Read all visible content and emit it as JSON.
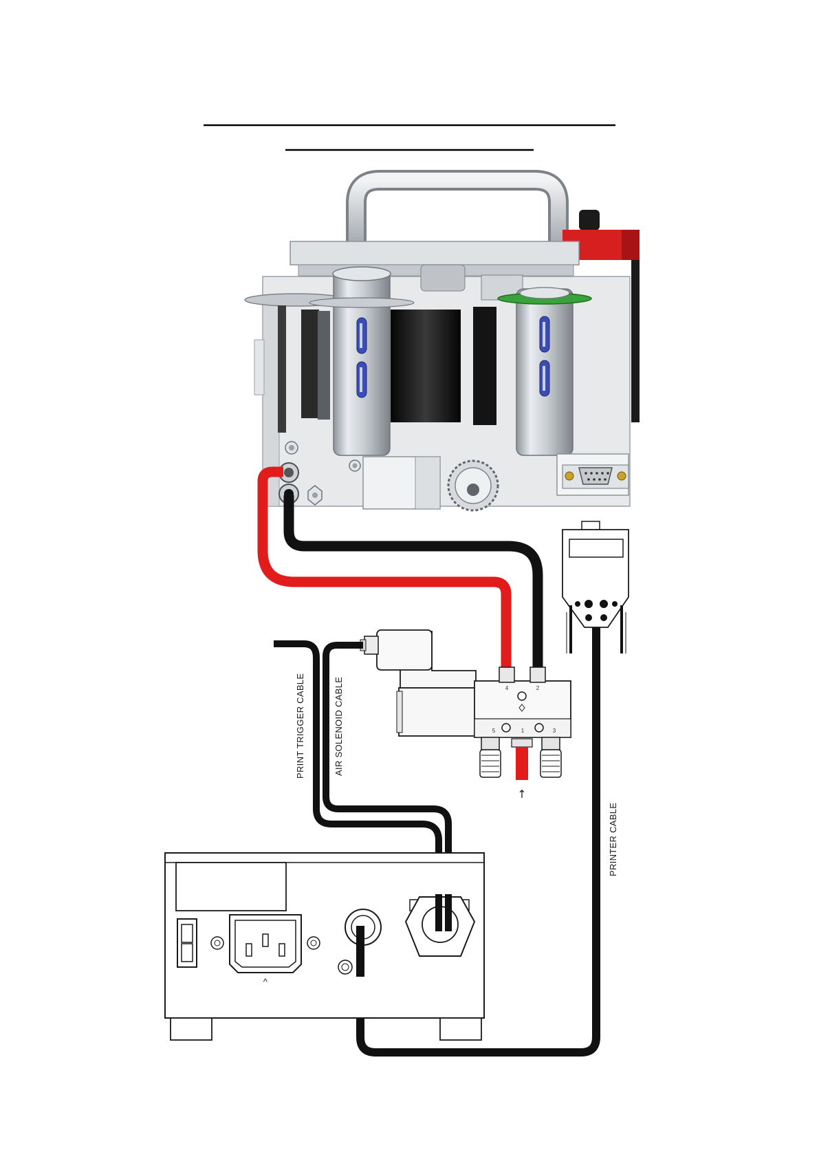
{
  "title_lines": [
    "",
    ""
  ],
  "labels": {
    "print_trigger_cable": "PRINT TRIGGER CABLE",
    "air_solenoid_cable": "AIR SOLENOID CABLE",
    "printer_cable": "PRINTER CABLE"
  },
  "valve_ports": {
    "p4": "4",
    "p2": "2",
    "p5": "5",
    "p1": "1",
    "p3": "3"
  },
  "controller": {
    "inlet_mark": "^"
  },
  "colors": {
    "air_line": "#e21b1b",
    "cable": "#111111",
    "metal": "#cfd2d6",
    "metal_dark": "#9aa0a6",
    "accent_red": "#d62020",
    "slot_blue": "#3b4db5"
  },
  "icons": {
    "air_inlet_arrow": "up-arrow-icon"
  }
}
